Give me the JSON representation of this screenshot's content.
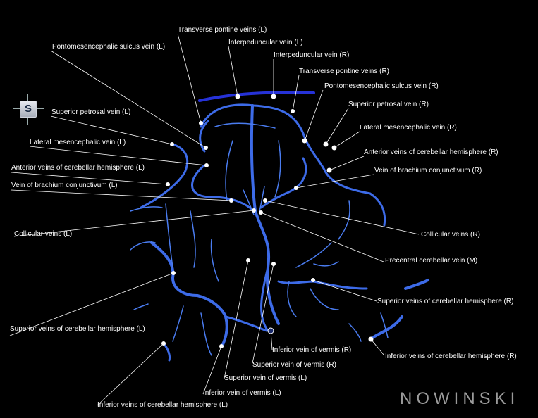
{
  "orientation": {
    "letter": "S"
  },
  "brand": {
    "text": "NOWINSKI"
  },
  "labels": [
    {
      "id": "transverse-pontine-veins-l",
      "text": "Transverse pontine veins (L)"
    },
    {
      "id": "interpeduncular-vein-l",
      "text": "Interpeduncular vein (L)"
    },
    {
      "id": "pontomesencephalic-sulcus-vein-l",
      "text": "Pontomesencephalic sulcus vein (L)"
    },
    {
      "id": "interpeduncular-vein-r",
      "text": "Interpeduncular vein (R)"
    },
    {
      "id": "transverse-pontine-veins-r",
      "text": "Transverse pontine veins (R)"
    },
    {
      "id": "pontomesencephalic-sulcus-vein-r",
      "text": "Pontomesencephalic sulcus vein (R)"
    },
    {
      "id": "superior-petrosal-vein-r",
      "text": "Superior petrosal vein (R)"
    },
    {
      "id": "superior-petrosal-vein-l",
      "text": "Superior petrosal vein (L)"
    },
    {
      "id": "lateral-mesencephalic-vein-r",
      "text": "Lateral mesencephalic vein (R)"
    },
    {
      "id": "lateral-mesencephalic-vein-l",
      "text": "Lateral mesencephalic vein (L)"
    },
    {
      "id": "anterior-veins-cerebellar-hemisphere-r",
      "text": "Anterior veins of cerebellar hemisphere (R)"
    },
    {
      "id": "anterior-veins-cerebellar-hemisphere-l",
      "text": "Anterior veins of cerebellar hemisphere (L)"
    },
    {
      "id": "vein-brachium-conjunctivum-r",
      "text": "Vein of brachium conjunctivum (R)"
    },
    {
      "id": "vein-brachium-conjunctivum-l",
      "text": "Vein of brachium conjunctivum (L)"
    },
    {
      "id": "collicular-veins-l",
      "text": "Collicular veins (L)"
    },
    {
      "id": "collicular-veins-r",
      "text": "Collicular veins (R)"
    },
    {
      "id": "precentral-cerebellar-vein-m",
      "text": "Precentral cerebellar vein (M)"
    },
    {
      "id": "superior-veins-cerebellar-hemisphere-r",
      "text": "Superior veins of cerebellar hemisphere (R)"
    },
    {
      "id": "superior-veins-cerebellar-hemisphere-l",
      "text": "Superior veins of cerebellar hemisphere (L)"
    },
    {
      "id": "inferior-vein-vermis-r",
      "text": "Inferior vein of vermis (R)"
    },
    {
      "id": "inferior-veins-cerebellar-hemisphere-r",
      "text": "Inferior veins of cerebellar hemisphere (R)"
    },
    {
      "id": "superior-vein-vermis-r",
      "text": "Superior vein of vermis (R)"
    },
    {
      "id": "superior-vein-vermis-l",
      "text": "Superior vein of vermis (L)"
    },
    {
      "id": "inferior-vein-vermis-l",
      "text": "Inferior vein of vermis (L)"
    },
    {
      "id": "inferior-veins-cerebellar-hemisphere-l",
      "text": "Inferior veins of cerebellar hemisphere (L)"
    }
  ]
}
